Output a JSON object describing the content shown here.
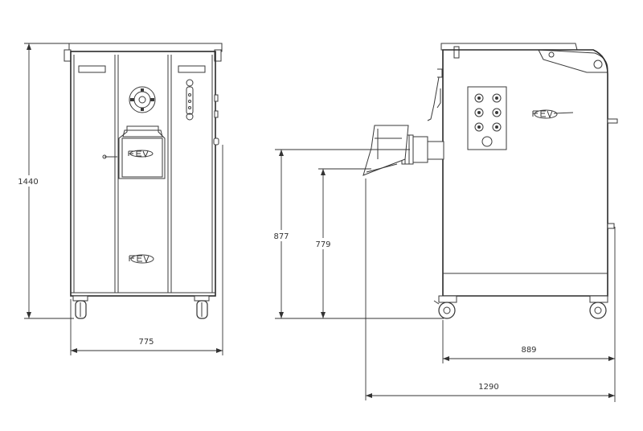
{
  "dimensions": {
    "height_total": "1440",
    "width_front": "775",
    "outlet_height": "877",
    "tray_height": "779",
    "depth_body": "889",
    "depth_total": "1290"
  },
  "colors": {
    "line": "#3a3a3a",
    "background": "#ffffff"
  },
  "icons": {
    "logo": "brand-logo-icon",
    "control_panel": "control-buttons-icon"
  }
}
